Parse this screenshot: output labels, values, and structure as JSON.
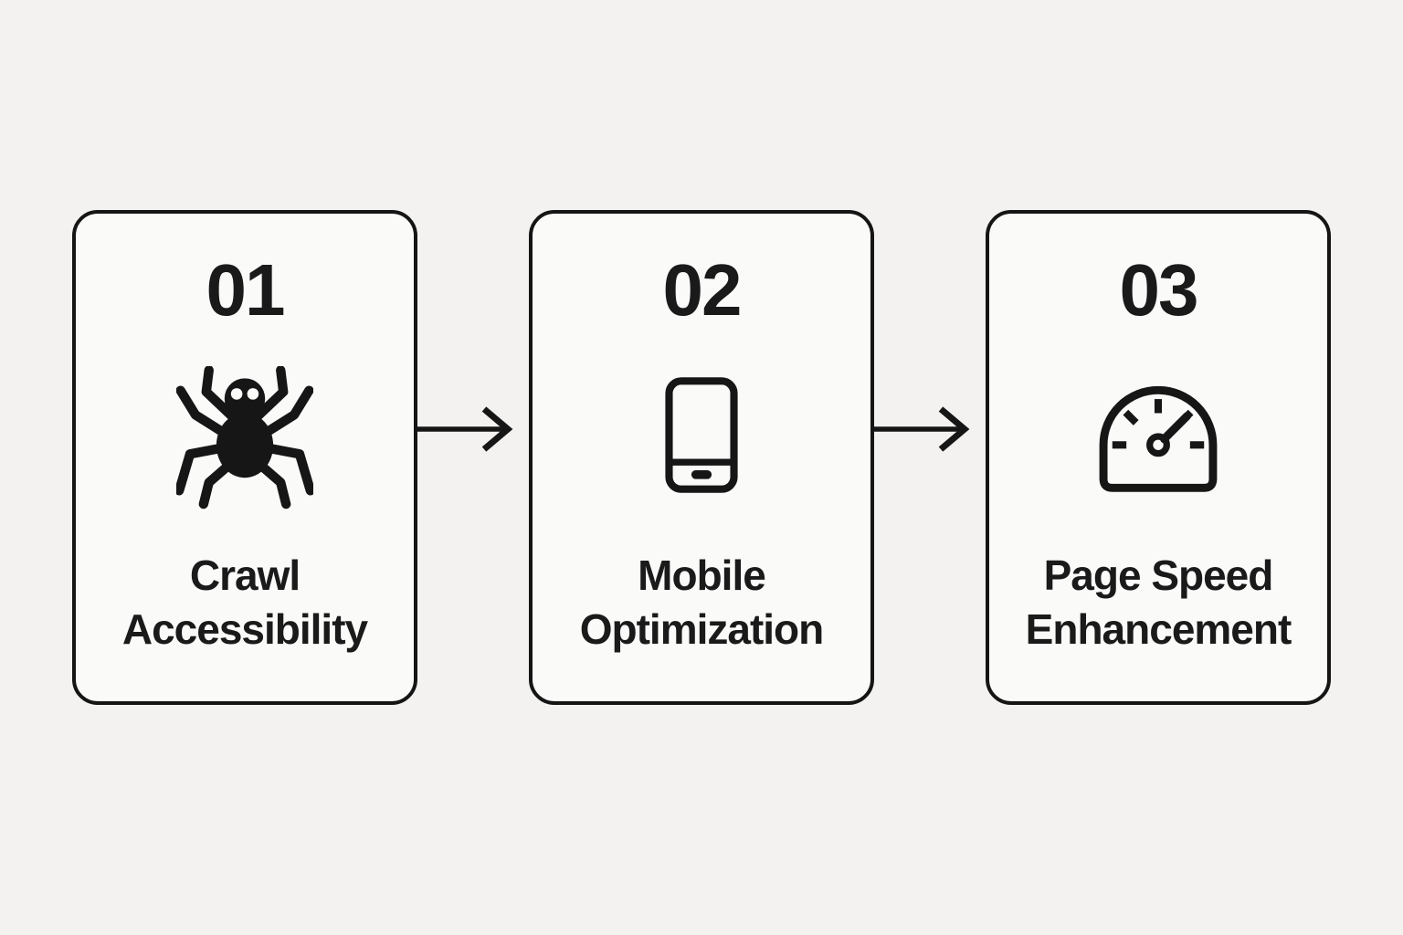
{
  "page": {
    "background_color": "#f3f2f0",
    "card_background_color": "#fafaf9",
    "ink_color": "#161616"
  },
  "steps": [
    {
      "number": "01",
      "icon": "spider-icon",
      "label_line1": "Crawl",
      "label_line2": "Accessibility"
    },
    {
      "number": "02",
      "icon": "smartphone-icon",
      "label_line1": "Mobile",
      "label_line2": "Optimization"
    },
    {
      "number": "03",
      "icon": "speedometer-icon",
      "label_line1": "Page Speed",
      "label_line2": "Enhancement"
    }
  ],
  "connectors": [
    {
      "type": "arrow-right"
    },
    {
      "type": "arrow-right"
    }
  ]
}
